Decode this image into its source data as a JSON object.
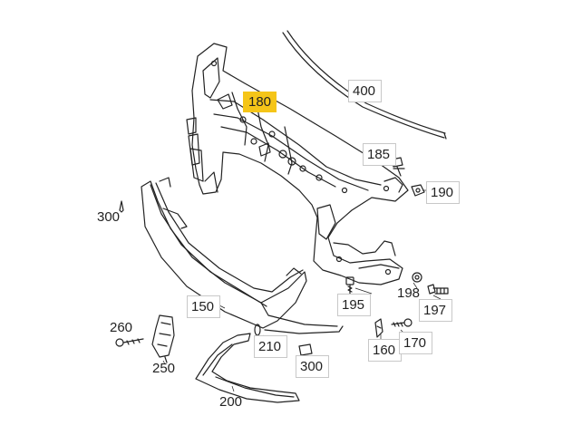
{
  "labels": {
    "p400": "400",
    "p180": "180",
    "p185": "185",
    "p190": "190",
    "p300a": "300",
    "p150": "150",
    "p195": "195",
    "p198": "198",
    "p197": "197",
    "p260": "260",
    "p210": "210",
    "p160": "160",
    "p170": "170",
    "p250": "250",
    "p300b": "300",
    "p200": "200"
  },
  "colors": {
    "highlight": "#f5c518",
    "line": "#222222",
    "label_border": "#c8c8c8"
  }
}
